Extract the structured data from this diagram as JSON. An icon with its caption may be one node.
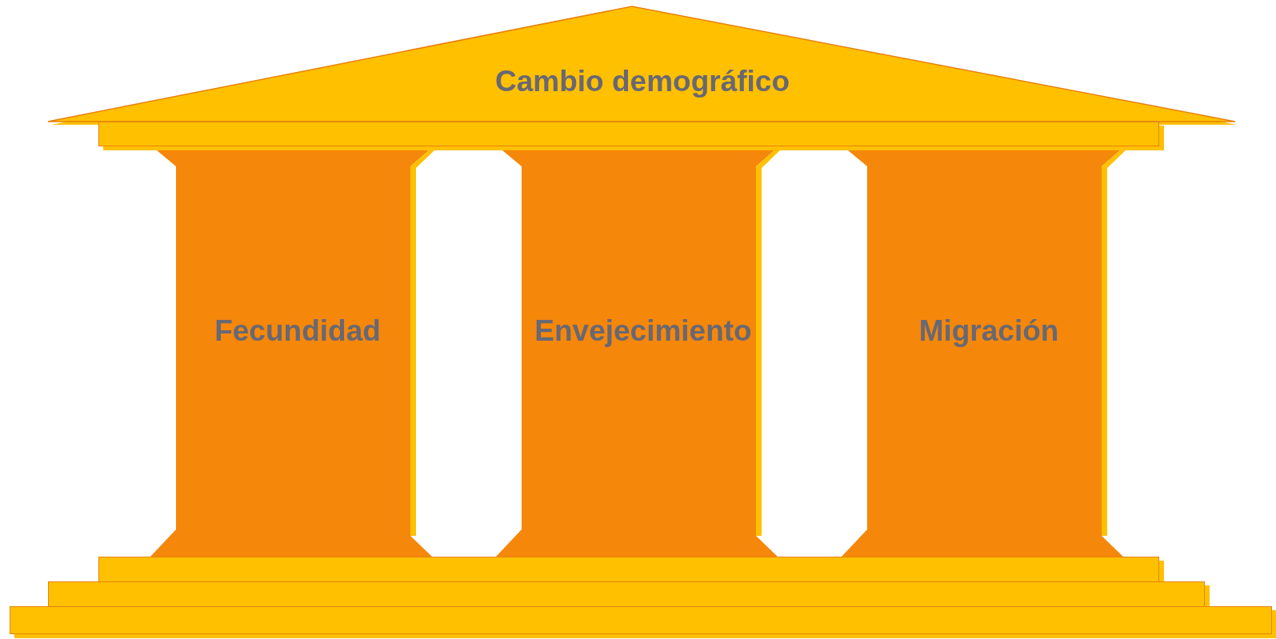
{
  "diagram": {
    "nodes": [
      {
        "text": [
          "Cambio demográfico"
        ]
      },
      {
        "text": [],
        "shape": "bar"
      },
      {
        "text": [
          "Fecundidad"
        ]
      },
      {
        "text": [
          "Envejecimiento"
        ]
      },
      {
        "text": [
          "Migración"
        ]
      },
      {
        "text": [],
        "shape": "bar"
      },
      {
        "text": [],
        "shape": "bar"
      },
      {
        "text": [],
        "shape": "bar"
      }
    ],
    "edges": []
  }
}
